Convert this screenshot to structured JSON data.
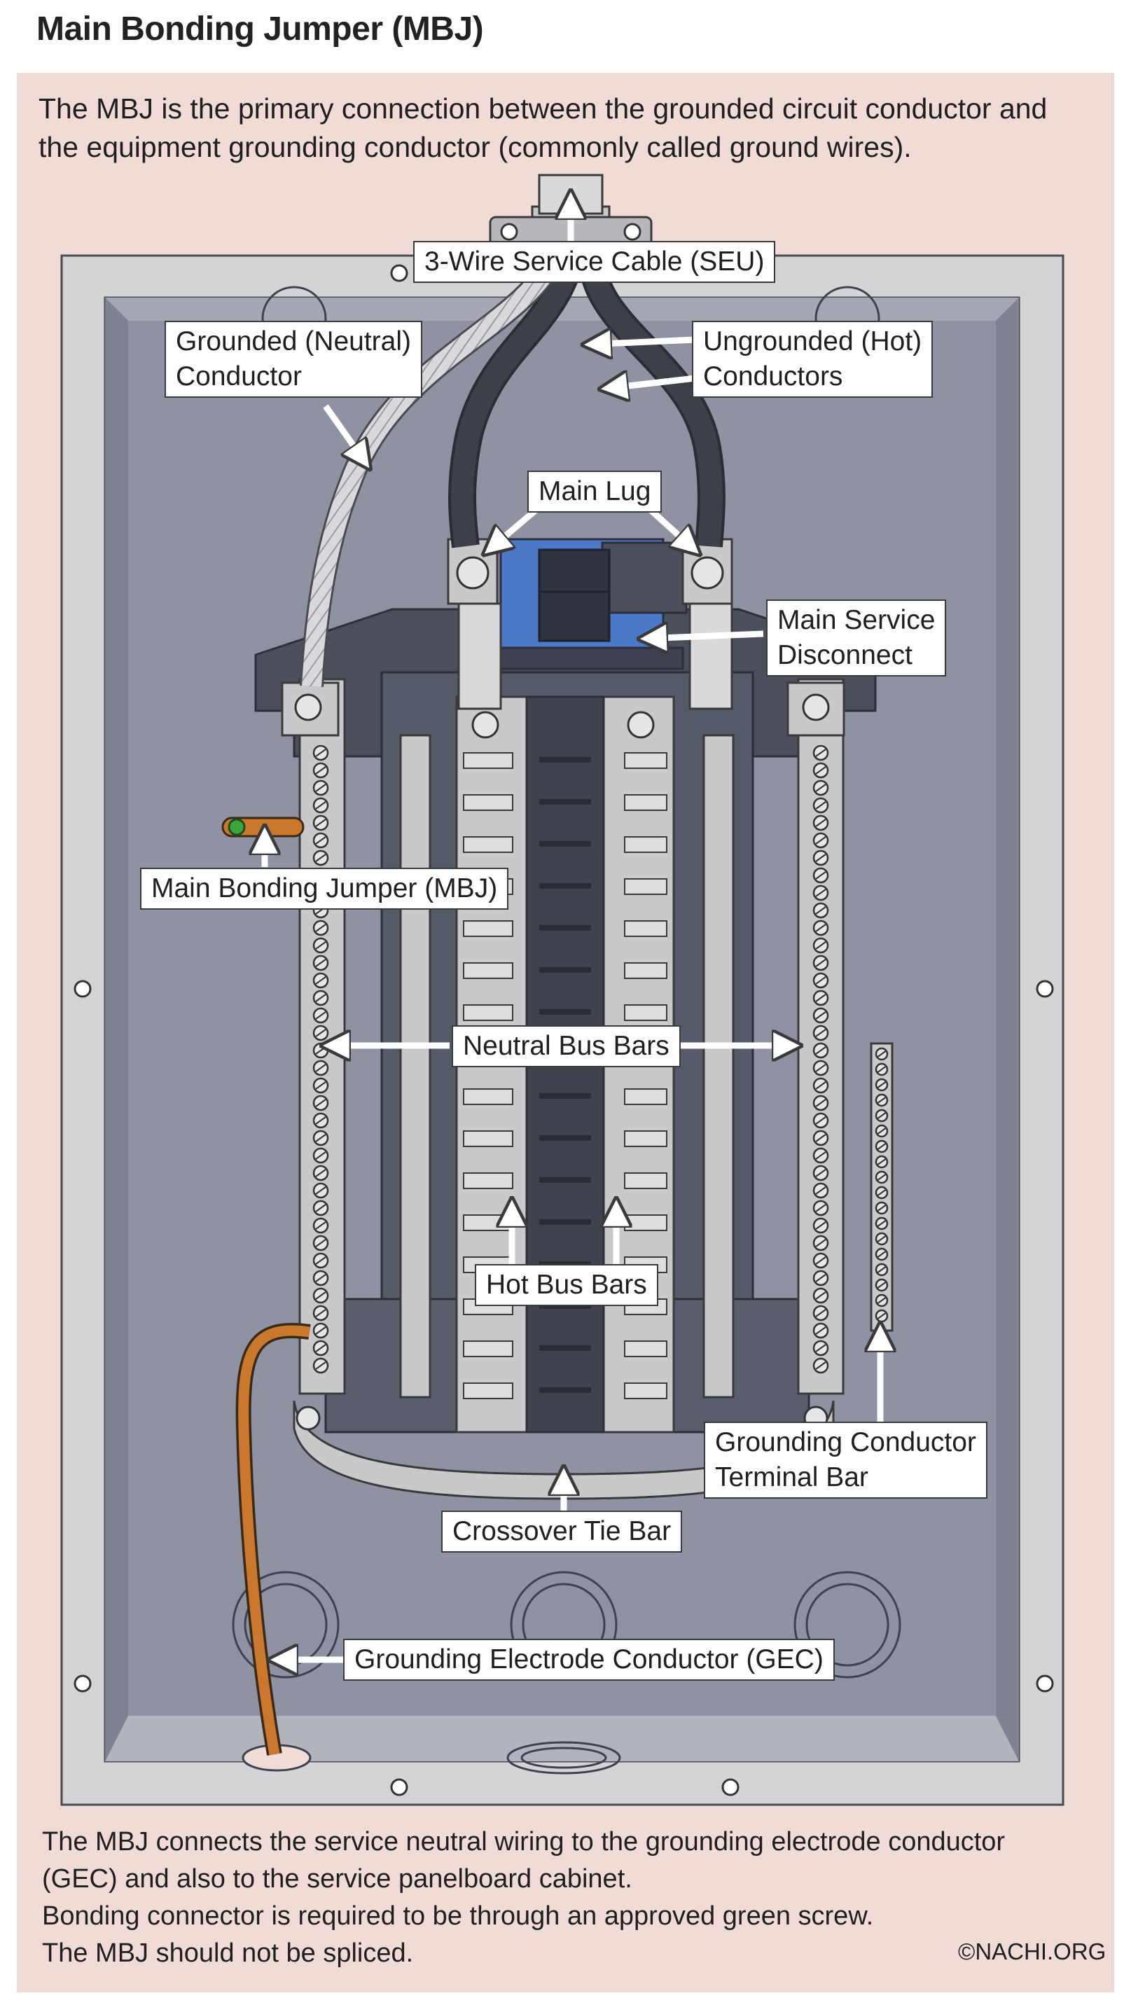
{
  "title": "Main Bonding Jumper (MBJ)",
  "intro": "The MBJ is the primary connection between the grounded circuit conductor and the equipment grounding conductor (commonly called ground wires).",
  "labels": {
    "service_cable": "3-Wire Service Cable (SEU)",
    "grounded_conductor_line1": "Grounded (Neutral)",
    "grounded_conductor_line2": "Conductor",
    "ungrounded_conductors_line1": "Ungrounded (Hot)",
    "ungrounded_conductors_line2": "Conductors",
    "main_lug": "Main Lug",
    "main_service_disconnect_line1": "Main Service",
    "main_service_disconnect_line2": "Disconnect",
    "main_bonding_jumper": "Main Bonding Jumper (MBJ)",
    "neutral_bus_bars": "Neutral Bus Bars",
    "hot_bus_bars": "Hot Bus Bars",
    "grounding_terminal_bar_line1": "Grounding Conductor",
    "grounding_terminal_bar_line2": "Terminal Bar",
    "crossover_tie_bar": "Crossover Tie Bar",
    "gec": "Grounding Electrode Conductor (GEC)"
  },
  "footer": [
    "The MBJ connects the service neutral wiring to the grounding electrode conductor",
    "(GEC) and also to the service panelboard cabinet.",
    "Bonding connector is required to be through an approved green screw.",
    "The MBJ should not be spliced."
  ],
  "copyright": "©NACHI.ORG",
  "colors": {
    "background_panel": "#f0dbd6",
    "enclosure": "#d4d4d6",
    "interior": "#8e92a2",
    "neutral_bar": "#c9c9cc",
    "hot_wire": "#3d4048",
    "breaker_blue": "#4c78c8",
    "gec_copper": "#c9782e",
    "mbj_green_screw": "#3aa63c"
  }
}
